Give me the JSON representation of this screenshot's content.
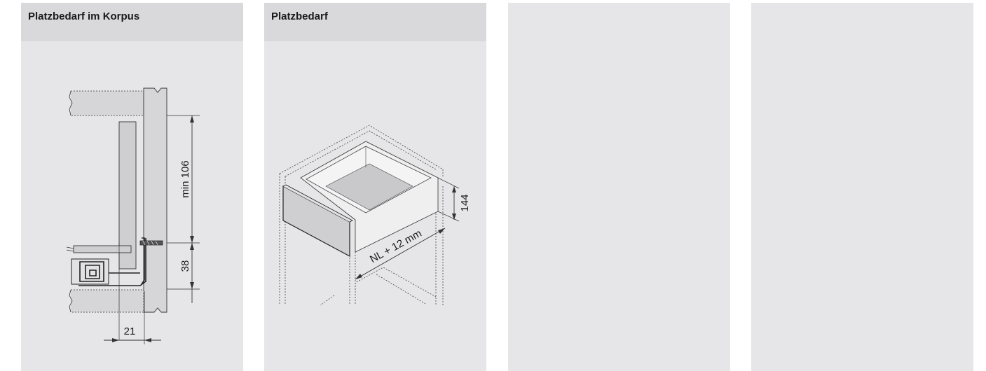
{
  "panels": [
    {
      "title": "Platzbedarf im Korpus"
    },
    {
      "title": "Platzbedarf"
    },
    {
      "title": ""
    },
    {
      "title": ""
    }
  ],
  "drawing1": {
    "dim_min": "min 106",
    "dim_38": "38",
    "dim_21": "21"
  },
  "drawing2": {
    "dim_nl": "NL + 12 mm",
    "dim_144": "144"
  }
}
